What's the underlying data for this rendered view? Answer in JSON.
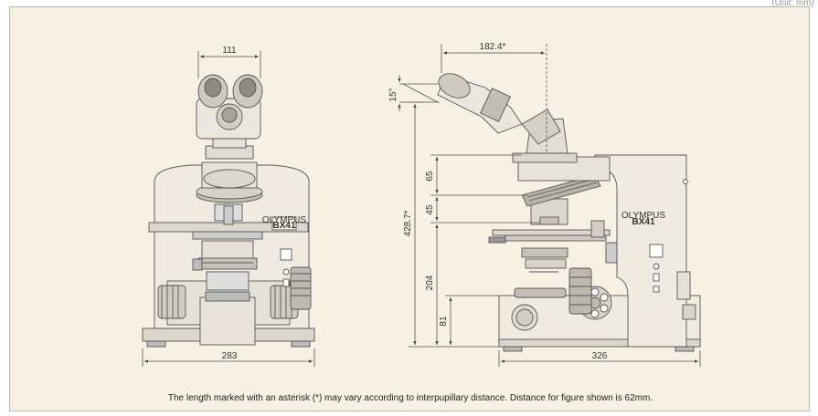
{
  "header": {
    "left_text": "",
    "right_text": "(Unit: mm)"
  },
  "dimensions": {
    "front_eyepiece_spacing": "111",
    "front_base_width": "283",
    "side_eyepiece_reach": "182.4*",
    "side_tilt_angle": "15°",
    "side_total_height": "428.7*",
    "side_segment_upper": "65",
    "side_segment_middle": "45",
    "side_stage_height": "204",
    "side_base_height": "81",
    "side_base_depth": "326"
  },
  "badges": {
    "brand": "OLYMPUS",
    "model": "BX41"
  },
  "caption": "The length marked with an asterisk (*) may vary according to interpupillary distance.  Distance for figure shown is 62mm."
}
